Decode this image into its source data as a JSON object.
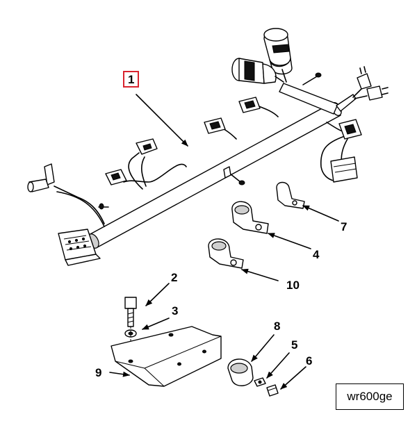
{
  "figure_id": "wr600ge",
  "callouts": [
    {
      "label": "1",
      "highlighted": true
    },
    {
      "label": "2"
    },
    {
      "label": "3"
    },
    {
      "label": "4"
    },
    {
      "label": "5"
    },
    {
      "label": "6"
    },
    {
      "label": "7"
    },
    {
      "label": "8"
    },
    {
      "label": "9"
    },
    {
      "label": "10"
    }
  ],
  "colors": {
    "highlight": "#d9232e",
    "ink": "#000000",
    "background": "#ffffff"
  }
}
